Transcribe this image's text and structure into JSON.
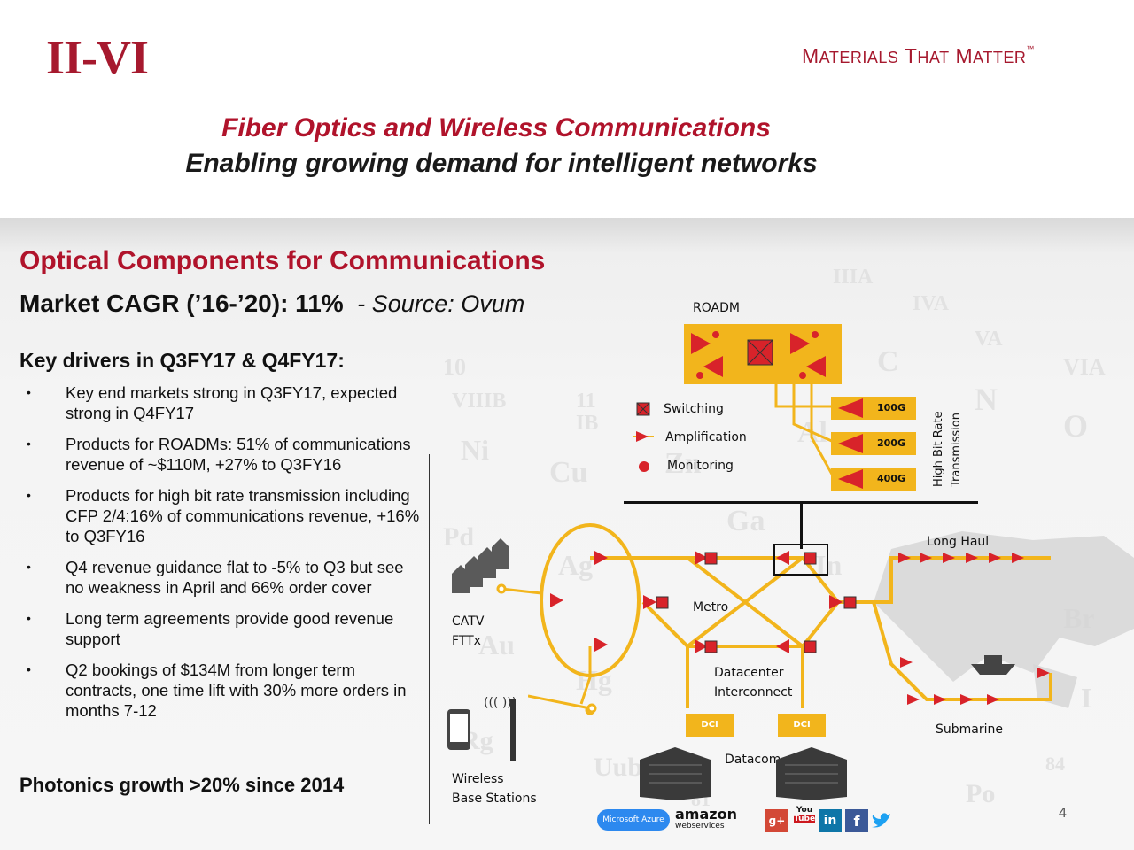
{
  "header": {
    "logo": "II-VI",
    "tagline": {
      "m": "M",
      "aterials": "ATERIALS",
      "t": "T",
      "hat": "HAT",
      "m2": "M",
      "atter": "ATTER",
      "tm": "™"
    },
    "title_line1": "Fiber Optics and Wireless Communications",
    "title_line2": "Enabling growing demand for intelligent networks"
  },
  "section": {
    "heading": "Optical Components for Communications",
    "cagr": "Market CAGR (’16-’20): 11%",
    "source": "- Source: Ovum",
    "drivers_heading": "Key drivers in Q3FY17 & Q4FY17:",
    "bullets": [
      "Key end markets strong in Q3FY17, expected strong in Q4FY17",
      "Products for ROADMs: 51% of communications revenue of ~$110M, +27% to Q3FY16",
      "Products for high bit rate transmission including CFP 2/4:16% of communications revenue, +16% to Q3FY16",
      "Q4 revenue guidance flat to -5% to Q3 but see no weakness in April and 66% order cover",
      "Long term agreements provide good revenue support",
      "Q2 bookings of $134M from longer term contracts, one time lift  with 30% more orders in months 7-12"
    ],
    "photonics": "Photonics growth >20% since 2014"
  },
  "diagram": {
    "roadm": "ROADM",
    "legend": {
      "switching": "Switching",
      "amplification": "Amplification",
      "monitoring": "Monitoring"
    },
    "bitrates": [
      "100G",
      "200G",
      "400G"
    ],
    "bitrate_label": [
      "High Bit Rate",
      "Transmission"
    ],
    "long_haul": "Long Haul",
    "metro": "Metro",
    "catv": "CATV",
    "fttx": "FTTx",
    "datacenter": "Datacenter",
    "interconnect": "Interconnect",
    "dci": "DCI",
    "submarine": "Submarine",
    "datacom": "Datacom",
    "wireless": "Wireless",
    "base_stations": "Base  Stations",
    "brands": {
      "azure": "Microsoft Azure",
      "amazon": "amazon",
      "aws": "webservices",
      "gplus": "g+",
      "youtube_1": "You",
      "youtube_2": "Tube",
      "linkedin": "in",
      "facebook": "f"
    }
  },
  "colors": {
    "brand_red": "#a6192e",
    "title_red": "#b0132b",
    "gold": "#f2b51c",
    "marker_red": "#d8232a"
  },
  "footer": {
    "page": "4"
  }
}
